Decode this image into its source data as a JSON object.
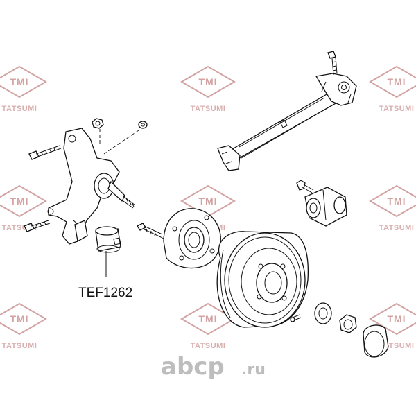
{
  "diagram": {
    "part_number": "TEF1262",
    "watermark": {
      "brand": "TMI",
      "name": "TATSUMI",
      "color": "#d3a3a3"
    },
    "logo": {
      "text": "abcp",
      "suffix": ".ru",
      "color": "#bdbdbd"
    },
    "parts": [
      "bolt",
      "nut",
      "washer",
      "steering-knuckle",
      "bushing",
      "axle-beam",
      "wheel-hub",
      "hub-bolt",
      "brake-drum",
      "wheel-cylinder",
      "bleeder-screw",
      "bearing-washer",
      "hub-nut",
      "dust-cap"
    ]
  }
}
